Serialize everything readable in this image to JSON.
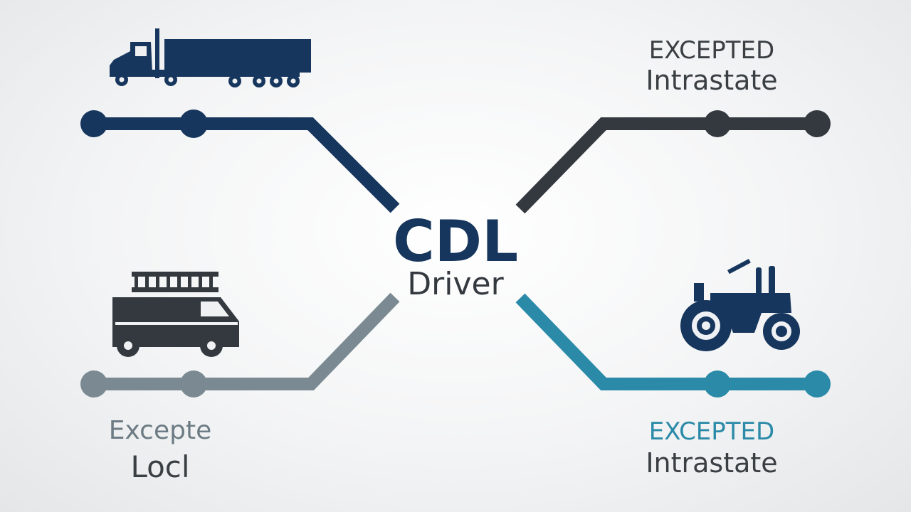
{
  "colors": {
    "navy": "#17365d",
    "charcoal": "#33393f",
    "slate": "#7b8a92",
    "teal": "#2a8aa8",
    "label_gray": "#3a3f44"
  },
  "center": {
    "title": "CDL",
    "subtitle": "Driver"
  },
  "branches": {
    "top_left": {
      "icon": "semi-truck-icon",
      "color": "navy"
    },
    "top_right": {
      "line1": "EXCEPTED",
      "line2": "Intrastate",
      "color": "charcoal"
    },
    "bottom_left": {
      "icon": "fire-van-icon",
      "line1": "Excepte",
      "line2": "Locl",
      "color": "slate"
    },
    "bottom_right": {
      "icon": "tractor-icon",
      "line1": "EXCEPTED",
      "line2": "Intrastate",
      "color": "teal"
    }
  }
}
